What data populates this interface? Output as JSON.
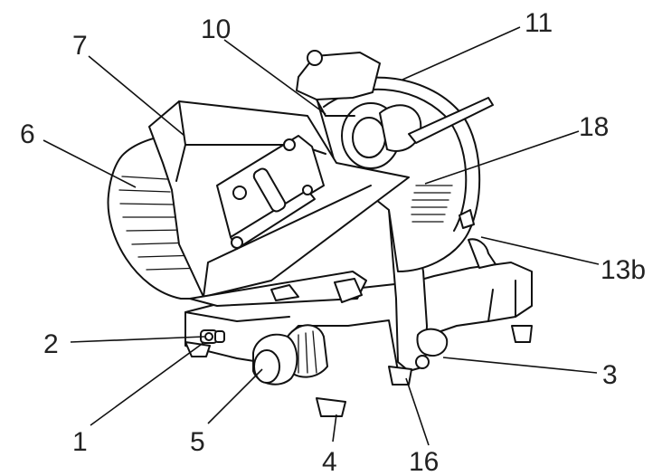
{
  "diagram": {
    "callouts": [
      {
        "id": "c1",
        "label": "1"
      },
      {
        "id": "c2",
        "label": "2"
      },
      {
        "id": "c3",
        "label": "3"
      },
      {
        "id": "c4",
        "label": "4"
      },
      {
        "id": "c5",
        "label": "5"
      },
      {
        "id": "c6",
        "label": "6"
      },
      {
        "id": "c7",
        "label": "7"
      },
      {
        "id": "c10",
        "label": "10"
      },
      {
        "id": "c11",
        "label": "11"
      },
      {
        "id": "c13b",
        "label": "13b"
      },
      {
        "id": "c16",
        "label": "16"
      },
      {
        "id": "c18",
        "label": "18"
      }
    ]
  }
}
